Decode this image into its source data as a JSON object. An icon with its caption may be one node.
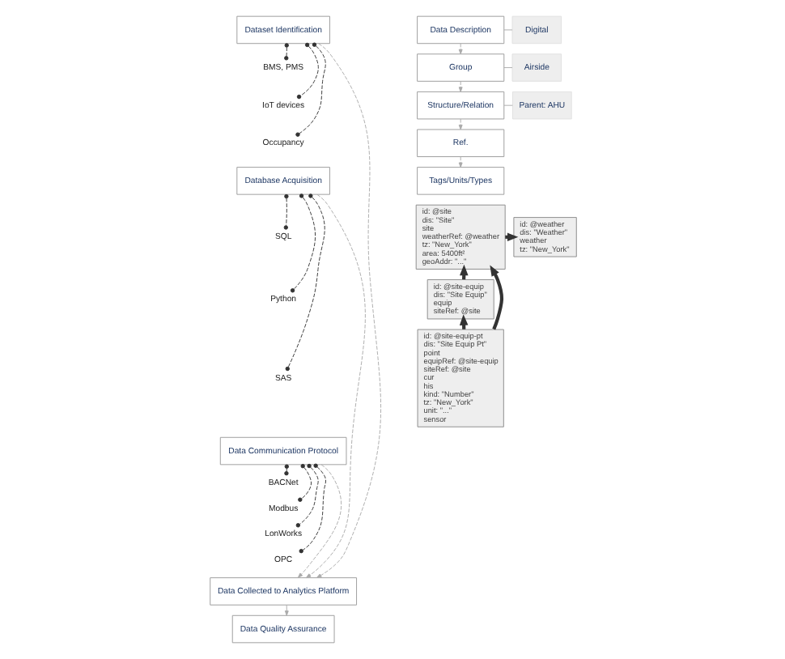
{
  "diagram": {
    "nodes": [
      {
        "text": [
          "Dataset Identification"
        ]
      },
      {
        "text": [
          "BMS, PMS"
        ]
      },
      {
        "text": [
          "IoT devices"
        ]
      },
      {
        "text": [
          "Occupancy"
        ]
      },
      {
        "text": [
          "Database Acquisition"
        ]
      },
      {
        "text": [
          "SQL"
        ]
      },
      {
        "text": [
          "Python"
        ]
      },
      {
        "text": [
          "SAS"
        ]
      },
      {
        "text": [
          "Data Communication Protocol"
        ]
      },
      {
        "text": [
          "BACNet"
        ]
      },
      {
        "text": [
          "Modbus"
        ]
      },
      {
        "text": [
          "LonWorks"
        ]
      },
      {
        "text": [
          "OPC"
        ]
      },
      {
        "text": [
          "Data Collected to Analytics Platform"
        ]
      },
      {
        "text": [
          "Data Quality Assurance"
        ]
      },
      {
        "text": [
          "Data Description"
        ]
      },
      {
        "text": [
          "Digital"
        ]
      },
      {
        "text": [
          "Group"
        ]
      },
      {
        "text": [
          "Airside"
        ]
      },
      {
        "text": [
          "Structure/Relation"
        ]
      },
      {
        "text": [
          "Parent: AHU"
        ]
      },
      {
        "text": [
          "Ref."
        ]
      },
      {
        "text": [
          "Tags/Units/Types"
        ]
      },
      {
        "text": [
          "id: @site",
          "dis: \"Site\"",
          "site",
          "weatherRef: @weather",
          "tz: \"New_York\"",
          "area: 5400ft²",
          "geoAddr: \"...\""
        ]
      },
      {
        "text": [
          "id: @weather",
          "dis: \"Weather\"",
          "weather",
          "tz: \"New_York\""
        ]
      },
      {
        "text": [
          "id: @site-equip",
          "dis: \"Site Equip\"",
          "equip",
          "siteRef: @site"
        ]
      },
      {
        "text": [
          "id: @site-equip-pt",
          "dis: \"Site Equip Pt\"",
          "point",
          "equipRef: @site-equip",
          "siteRef: @site",
          "cur",
          "his",
          "kind: \"Number\"",
          "tz: \"New_York\"",
          "unit: \"...\"",
          "sensor"
        ]
      }
    ],
    "edges": [
      {
        "from": 0,
        "to": 1,
        "arrow": "other",
        "style": "dashed"
      },
      {
        "from": 0,
        "to": 2,
        "arrow": "other",
        "style": "dashed"
      },
      {
        "from": 0,
        "to": 3,
        "arrow": "other",
        "style": "dashed"
      },
      {
        "from": 4,
        "to": 5,
        "arrow": "other",
        "style": "dashed"
      },
      {
        "from": 4,
        "to": 6,
        "arrow": "other",
        "style": "dashed"
      },
      {
        "from": 4,
        "to": 7,
        "arrow": "other",
        "style": "dashed"
      },
      {
        "from": 8,
        "to": 9,
        "arrow": "other",
        "style": "dashed"
      },
      {
        "from": 8,
        "to": 10,
        "arrow": "other",
        "style": "dashed"
      },
      {
        "from": 8,
        "to": 11,
        "arrow": "other",
        "style": "dashed"
      },
      {
        "from": 8,
        "to": 12,
        "arrow": "other",
        "style": "dashed"
      },
      {
        "from": 0,
        "to": 13,
        "arrow": "to",
        "style": "dashed",
        "color": "#aaaaaa"
      },
      {
        "from": 4,
        "to": 13,
        "arrow": "to",
        "style": "dashed",
        "color": "#aaaaaa"
      },
      {
        "from": 8,
        "to": 13,
        "arrow": "to",
        "style": "dashed",
        "color": "#aaaaaa"
      },
      {
        "from": 13,
        "to": 14,
        "arrow": "to",
        "color": "#aaaaaa"
      },
      {
        "from": 15,
        "to": 16,
        "arrow": "none",
        "color": "#aaaaaa"
      },
      {
        "from": 15,
        "to": 17,
        "arrow": "to",
        "style": "dashed",
        "color": "#aaaaaa"
      },
      {
        "from": 17,
        "to": 18,
        "arrow": "none",
        "color": "#aaaaaa"
      },
      {
        "from": 17,
        "to": 19,
        "arrow": "to",
        "style": "dashed",
        "color": "#aaaaaa"
      },
      {
        "from": 19,
        "to": 20,
        "arrow": "none",
        "color": "#aaaaaa"
      },
      {
        "from": 19,
        "to": 21,
        "arrow": "to",
        "style": "dashed",
        "color": "#aaaaaa"
      },
      {
        "from": 21,
        "to": 22,
        "arrow": "to",
        "style": "dashed",
        "color": "#aaaaaa"
      },
      {
        "from": 23,
        "to": 24,
        "arrow": "to",
        "style": "thick"
      },
      {
        "from": 25,
        "to": 23,
        "arrow": "to",
        "style": "thick"
      },
      {
        "from": 26,
        "to": 25,
        "arrow": "to",
        "style": "thick"
      },
      {
        "from": 26,
        "to": 23,
        "arrow": "to",
        "style": "thick"
      }
    ]
  }
}
